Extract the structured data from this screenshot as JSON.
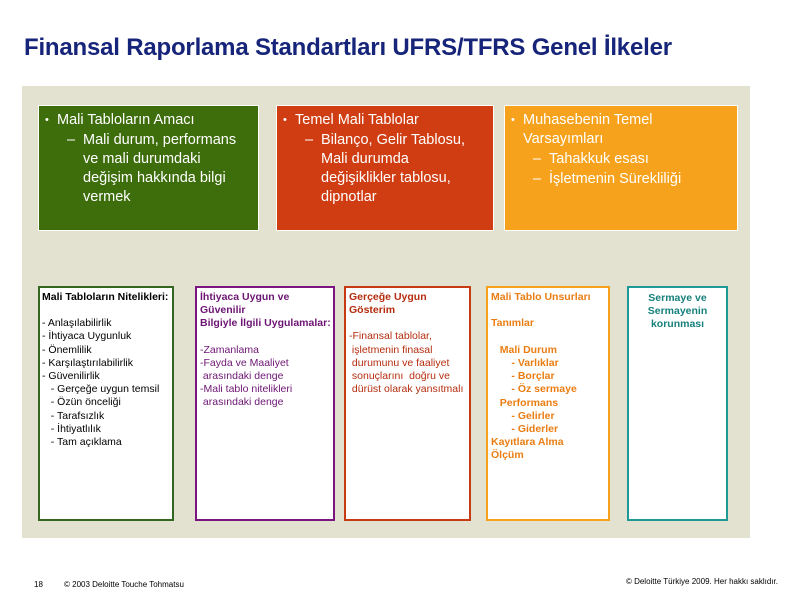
{
  "title": "Finansal Raporlama Standartları UFRS/TFRS  Genel İlkeler",
  "boxes_top": [
    {
      "heading": "Mali Tabloların Amacı",
      "sub": [
        "Mali durum, performans ve mali durumdaki değişim hakkında bilgi vermek"
      ]
    },
    {
      "heading": "Temel Mali Tablolar",
      "sub": [
        "Bilanço, Gelir Tablosu, Mali durumda değişiklikler tablosu, dipnotlar"
      ]
    },
    {
      "heading": "Muhasebenin Temel Varsayımları",
      "sub": [
        "Tahakkuk esası",
        "İşletmenin Sürekliliği"
      ]
    }
  ],
  "box1": {
    "title": "Mali Tabloların Nitelikleri:",
    "lines": [
      "- Anlaşılabilirlik",
      "- İhtiyaca Uygunluk",
      "- Önemlilik",
      "- Karşılaştırılabilirlik",
      "- Güvenilirlik",
      "   - Gerçeğe uygun temsil",
      "   - Özün önceliği",
      "   - Tarafsızlık",
      "   - İhtiyatlılık",
      "   - Tam açıklama"
    ]
  },
  "box2": {
    "title_lines": [
      "İhtiyaca Uygun ve",
      "Güvenilir",
      "Bilgiyle İlgili Uygulamalar:"
    ],
    "lines": [
      "-Zamanlama",
      "-Fayda ve Maaliyet",
      " arasındaki denge",
      "-Mali tablo nitelikleri",
      " arasındaki denge"
    ]
  },
  "box3": {
    "title_lines": [
      "Gerçeğe Uygun",
      "Gösterim"
    ],
    "lines": [
      "-Finansal tablolar,",
      " işletmenin finasal",
      " durumunu ve faaliyet",
      " sonuçlarını  doğru ve",
      " dürüst olarak yansıtmalı"
    ]
  },
  "box4": {
    "lines": [
      "Mali Tablo Unsurları",
      "",
      "Tanımlar",
      "",
      "   Mali Durum",
      "       - Varlıklar",
      "       - Borçlar",
      "       - Öz sermaye",
      "   Performans",
      "       - Gelirler",
      "       - Giderler",
      "Kayıtlara Alma",
      "Ölçüm"
    ]
  },
  "box5": {
    "lines": [
      "Sermaye ve",
      "Sermayenin",
      "korunması"
    ]
  },
  "footer": {
    "page": "18",
    "left": "© 2003 Deloitte Touche Tohmatsu",
    "right": "© Deloitte Türkiye 2009. Her hakkı saklıdır."
  }
}
